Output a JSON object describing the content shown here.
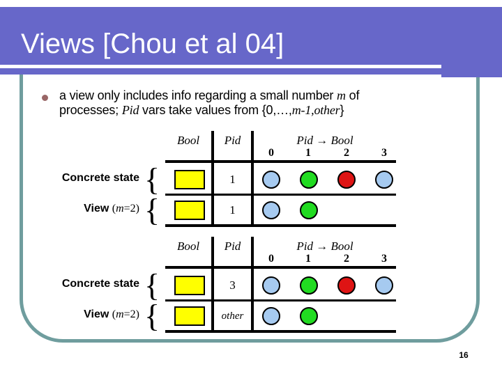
{
  "slide": {
    "title": "Views [Chou et al 04]",
    "page_number": "16",
    "brace": "{"
  },
  "colors": {
    "title_bar": "#6767C9",
    "frame_border": "#6F9D9E",
    "bool_cell_fill": "#FFFF00",
    "circle_blue": "#A6CAF0",
    "circle_green": "#21DB21",
    "circle_red": "#DE1414",
    "bullet_dot": "#996666"
  },
  "bullet": {
    "line1": {
      "t1": "a view only includes info regarding a small number ",
      "t2": "m",
      "t3": " of"
    },
    "line2": {
      "t1": "processes; ",
      "t2": "Pid",
      "t3": " vars take values from {0,…,",
      "t4": "m-1,other",
      "t5": "}"
    }
  },
  "tables": [
    {
      "header": {
        "bool": "Bool",
        "pid": "Pid",
        "map": "Pid → Bool",
        "indices": [
          "0",
          "1",
          "2",
          "3"
        ]
      },
      "rows": [
        {
          "label": "Concrete state",
          "pid": "1",
          "cells": [
            "blue",
            "green",
            "red",
            "blue"
          ]
        },
        {
          "label_parts": {
            "pre": "View ",
            "open": "(",
            "m": "m",
            "close": "=2)"
          },
          "pid": "1",
          "cells": [
            "blue",
            "green"
          ]
        }
      ]
    },
    {
      "header": {
        "bool": "Bool",
        "pid": "Pid",
        "map": "Pid → Bool",
        "indices": [
          "0",
          "1",
          "2",
          "3"
        ]
      },
      "rows": [
        {
          "label": "Concrete state",
          "pid": "3",
          "cells": [
            "blue",
            "green",
            "red",
            "blue"
          ]
        },
        {
          "label_parts": {
            "pre": "View ",
            "open": "(",
            "m": "m",
            "close": "=2)"
          },
          "pid": "other",
          "cells": [
            "blue",
            "green"
          ]
        }
      ]
    }
  ]
}
